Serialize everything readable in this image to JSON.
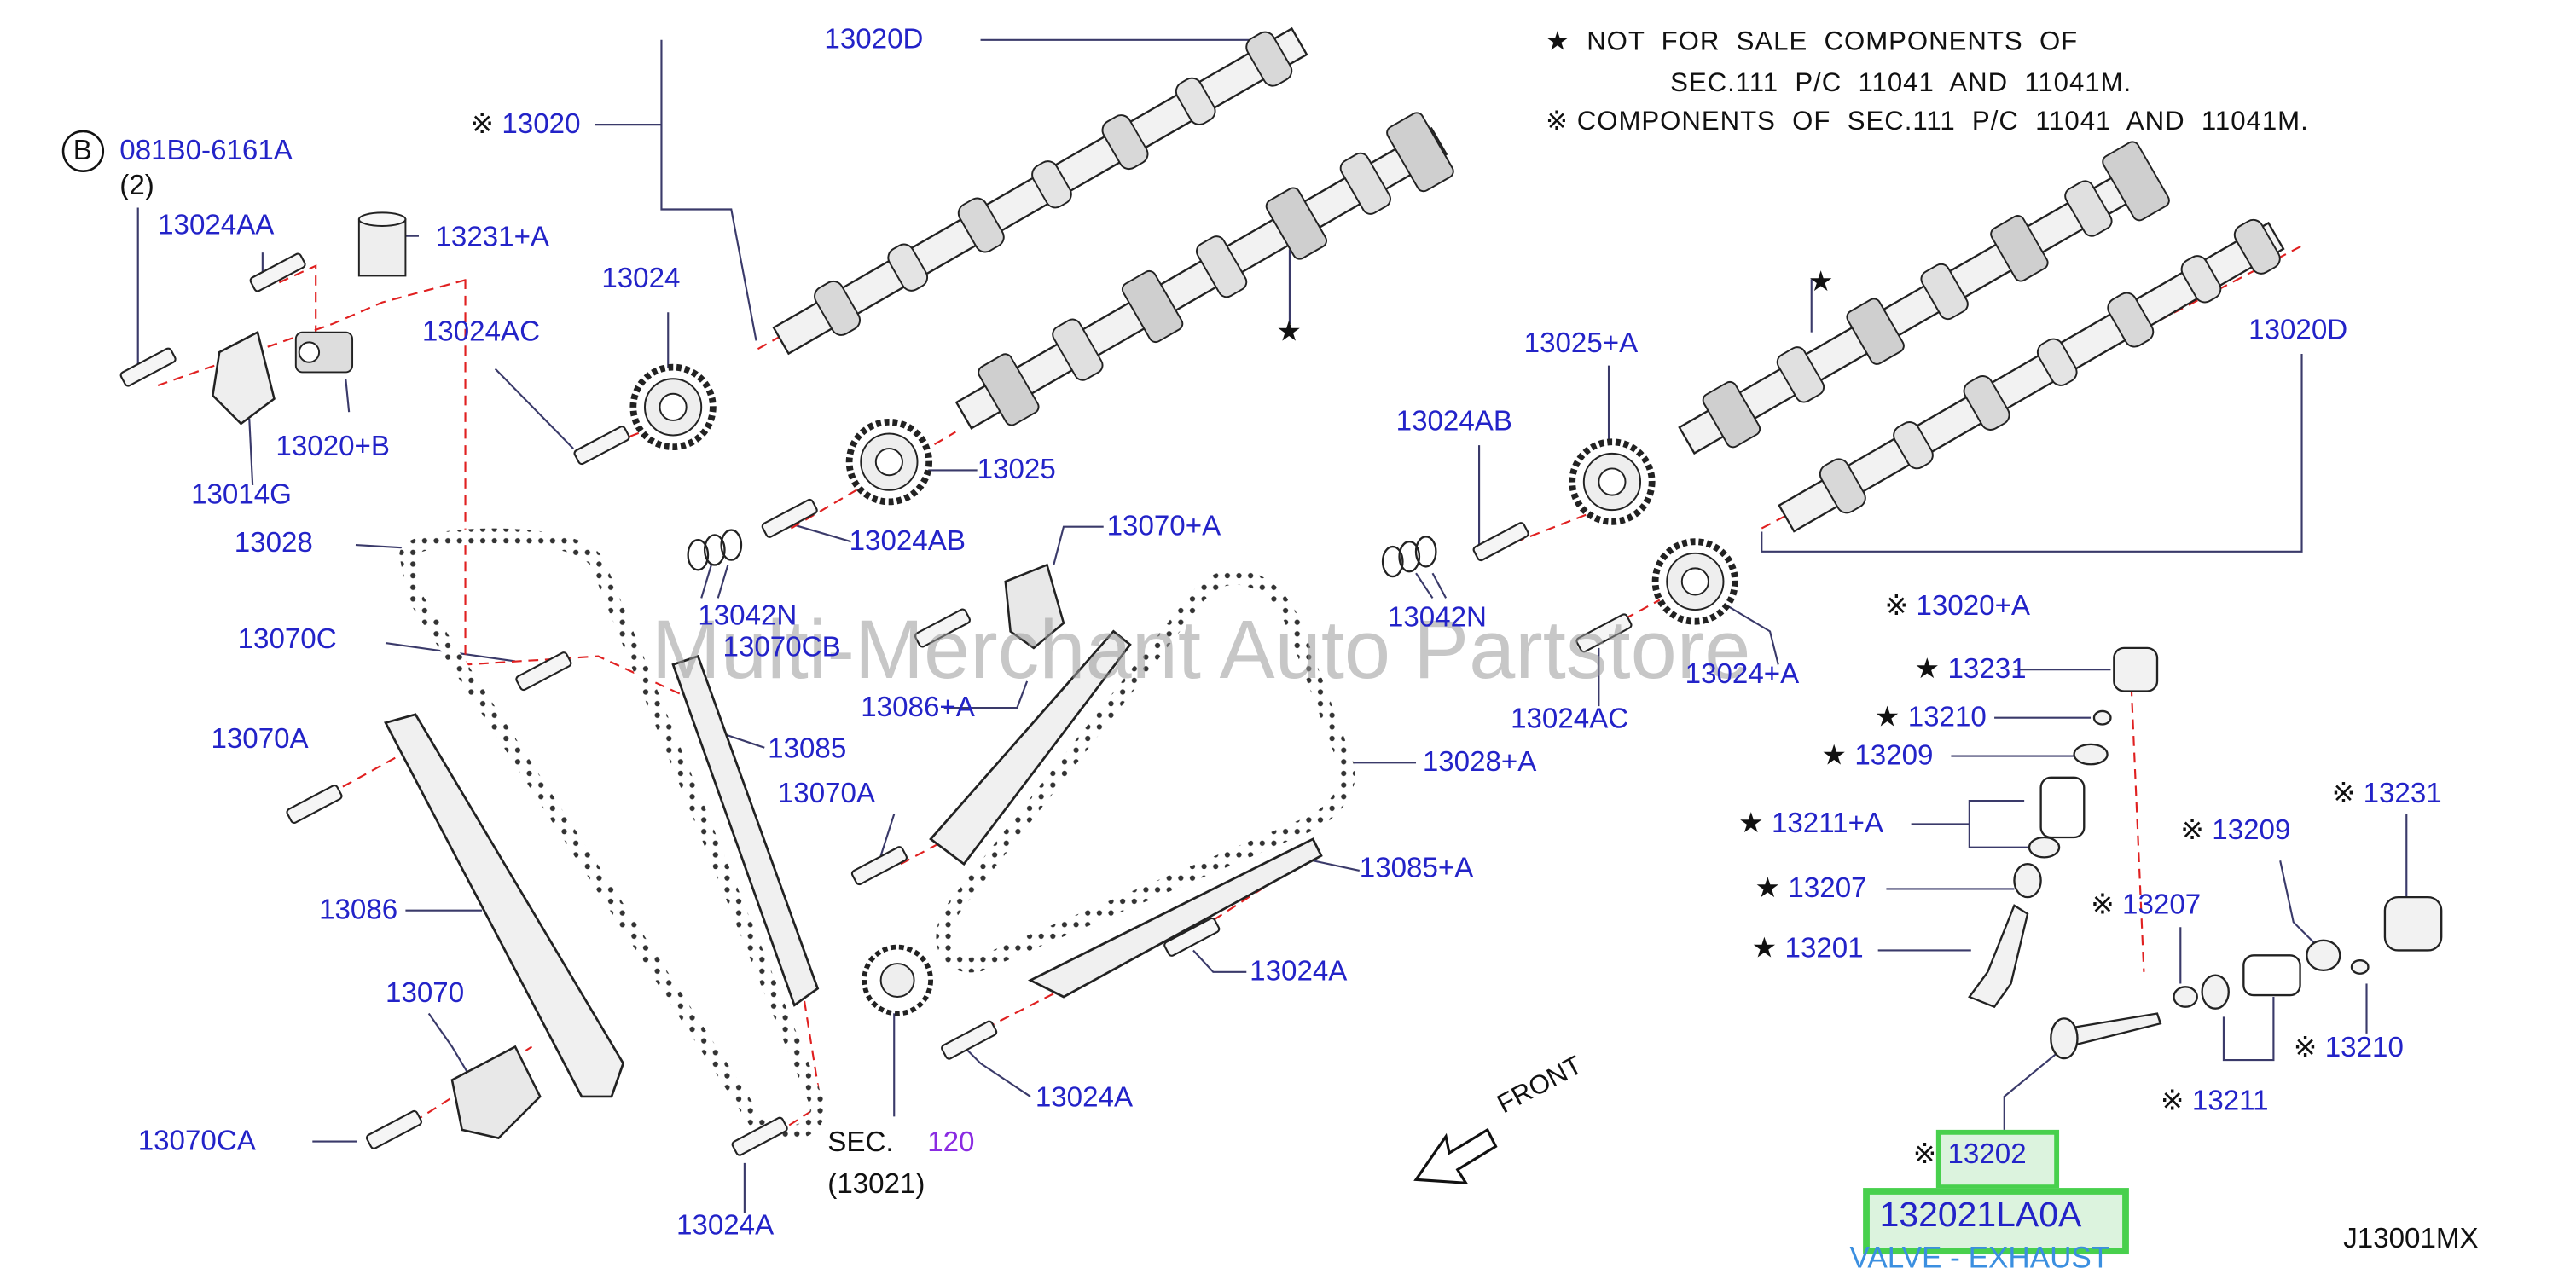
{
  "notes": {
    "star_symbol": "★",
    "star_line1": "NOT  FOR  SALE  COMPONENTS  OF",
    "star_line2": "SEC.111  P/C  11041  AND  11041M.",
    "ref_symbol": "※",
    "ref_line": "COMPONENTS  OF  SEC.111  P/C  11041  AND  11041M."
  },
  "callout": {
    "circle_letter": "B",
    "bolt_part": "081B0-6161A",
    "qty": "(2)"
  },
  "labels": {
    "p13020D_top": "13020D",
    "p13020": "13020",
    "p13024AA": "13024AA",
    "p13231A": "13231+A",
    "p13024AC_left": "13024AC",
    "p13024": "13024",
    "p13020B": "13020+B",
    "p13014G": "13014G",
    "p13025": "13025",
    "p13028": "13028",
    "p13024AB_left": "13024AB",
    "p13042N_left": "13042N",
    "p13070CB": "13070CB",
    "p13070C": "13070C",
    "p13070A_left": "13070A",
    "p13085": "13085",
    "p13070A_mid": "13070A",
    "p13086A": "13086+A",
    "p13070A_plus": "13070+A",
    "p13086": "13086",
    "p13070": "13070",
    "p13070CA": "13070CA",
    "p13024A_bot": "13024A",
    "sec": "SEC.",
    "sec_num": "120",
    "sec_sub": "(13021)",
    "p13024A_mid": "13024A",
    "p13024A_right": "13024A",
    "p13085A": "13085+A",
    "p13028A": "13028+A",
    "p13025A": "13025+A",
    "p13024AB_right": "13024AB",
    "p13042N_right": "13042N",
    "p13024AC_right": "13024AC",
    "p13024A_plus": "13024+A",
    "p13020D_right": "13020D",
    "p13020A": "13020+A",
    "p13231": "13231",
    "p13210": "13210",
    "p13209": "13209",
    "p13211A": "13211+A",
    "p13207": "13207",
    "p13201": "13201",
    "p13231_ref": "13231",
    "p13209_ref": "13209",
    "p13207_ref": "13207",
    "p13210_ref": "13210",
    "p13211_ref": "13211",
    "p13202": "13202"
  },
  "highlight": {
    "part_number": "132021LA0A",
    "description": "VALVE - EXHAUST"
  },
  "front": "FRONT",
  "diagram_code": "J13001MX",
  "watermark": "Multi-Merchant Auto Partstore",
  "colors": {
    "label_blue": "#2323c8",
    "guide_red": "#e02020",
    "highlight_green": "#48d04d",
    "sec_purple": "#8a2be2"
  }
}
